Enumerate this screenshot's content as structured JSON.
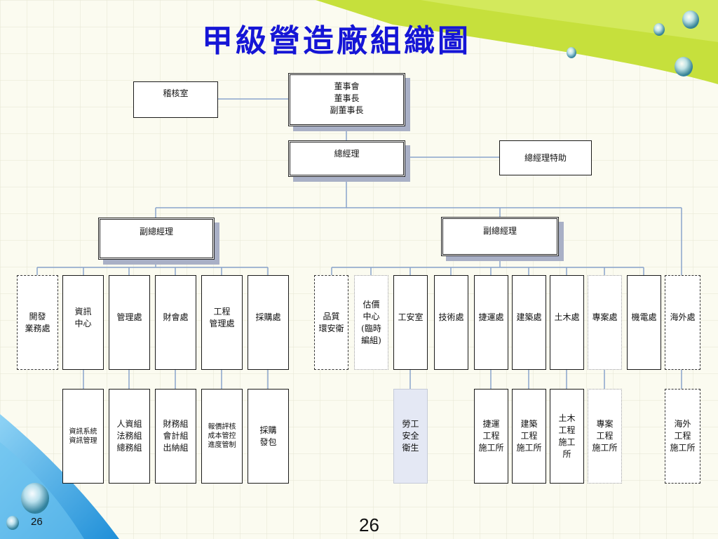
{
  "title": "甲級營造廠組織圖",
  "board": "董事會\n董事長\n副董事長",
  "audit": "稽核室",
  "gm": "總經理",
  "gm_assistant": "總經理特助",
  "vp_left": "副總經理",
  "vp_right": "副總經理",
  "departments": [
    "開發\n業務處",
    "資訊\n中心",
    "管理處",
    "財會處",
    "工程\n管理處",
    "採購處",
    "品質\n環安衛",
    "估價\n中心\n(臨時\n編組)",
    "工安室",
    "技術處",
    "捷運處",
    "建築處",
    "土木處",
    "專案處",
    "機電處",
    "海外處"
  ],
  "sub_units": [
    "資訊系統\n資訊管理",
    "人資組\n法務組\n總務組",
    "財務組\n會計組\n出納組",
    "報價評核\n成本管控\n進度管制",
    "採購\n發包",
    "勞工\n安全\n衛生",
    "捷運\n工程\n施工所",
    "建築\n工程\n施工所",
    "土木\n工程\n施工\n所",
    "專案\n工程\n施工所",
    "海外\n工程\n施工所"
  ],
  "page_number_left": "26",
  "page_number_center": "26",
  "colors": {
    "title": "#1515d6",
    "connector": "#8aa4cc",
    "box_border": "#1a1a1a",
    "box_shadow": "#a9b0c6",
    "labor_safety_fill": "#e4e8f4",
    "top_band": "#c6e03c",
    "bottom_band": "#4ab0e8"
  }
}
